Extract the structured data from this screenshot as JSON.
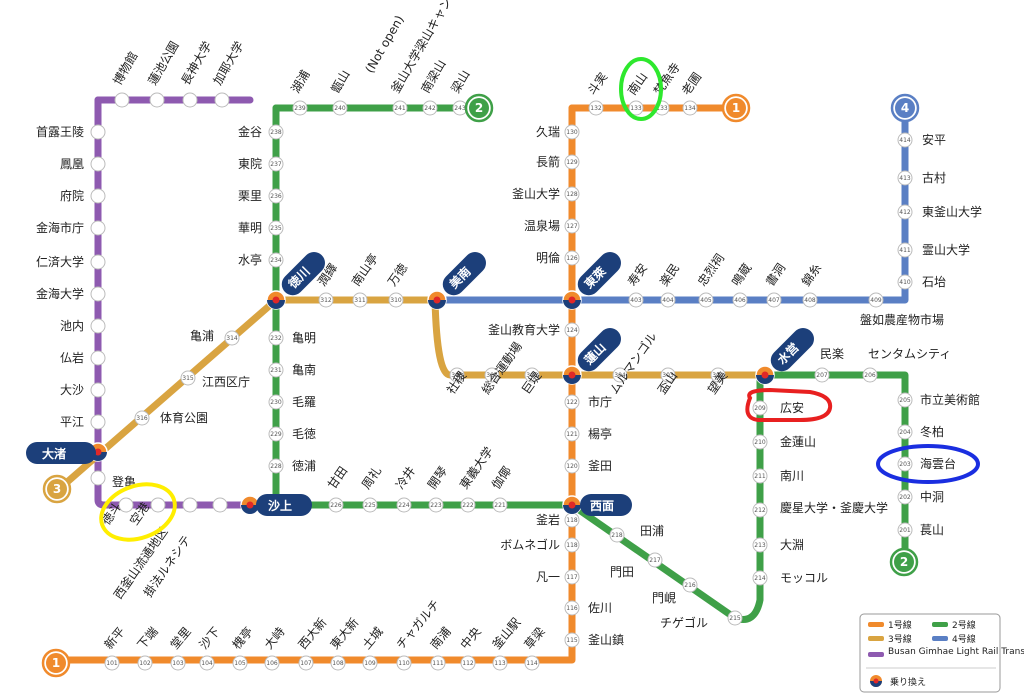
{
  "colors": {
    "line1": "#f08a2c",
    "line2": "#3fa048",
    "line3": "#d9a441",
    "line4": "#5a7fc4",
    "light_rail": "#8e5ab0",
    "transfer_badge": "#1c3f7a"
  },
  "terminal_badges": [
    "1",
    "2",
    "3",
    "4"
  ],
  "transfer_badges": {
    "deokcheon": "徳川",
    "minam": "美南",
    "dongnae": "東萊",
    "yeonsan": "蓮山",
    "suyeong": "水営",
    "daejeo": "大渚",
    "sasang": "沙上",
    "seomyeon": "西面"
  },
  "stations": {
    "line1_north": [
      {
        "name": "斗実",
        "code": "132"
      },
      {
        "name": "南山",
        "code": "133"
      },
      {
        "name": "梵魚寺",
        "code": "133"
      },
      {
        "name": "老圃",
        "code": "134"
      }
    ],
    "line1_vertical": [
      {
        "name": "久瑞",
        "code": "130"
      },
      {
        "name": "長箭",
        "code": "129"
      },
      {
        "name": "釜山大学",
        "code": "128"
      },
      {
        "name": "温泉場",
        "code": "127"
      },
      {
        "name": "明倫",
        "code": "126"
      },
      {
        "name": "釜山教育大学",
        "code": "124"
      },
      {
        "name": "市庁",
        "code": "122"
      },
      {
        "name": "楊亭",
        "code": "121"
      },
      {
        "name": "釜田",
        "code": "120"
      },
      {
        "name": "釜岩",
        "code": "118"
      },
      {
        "name": "ボムネゴル",
        "code": "118"
      },
      {
        "name": "凡一",
        "code": "117"
      },
      {
        "name": "佐川",
        "code": "116"
      },
      {
        "name": "釜山鎮",
        "code": "115"
      }
    ],
    "line1_south": [
      {
        "name": "新平",
        "code": "101"
      },
      {
        "name": "下端",
        "code": "102"
      },
      {
        "name": "堂里",
        "code": "103"
      },
      {
        "name": "沙下",
        "code": "104"
      },
      {
        "name": "槐亭",
        "code": "105"
      },
      {
        "name": "大峙",
        "code": "106"
      },
      {
        "name": "西大新",
        "code": "107"
      },
      {
        "name": "東大新",
        "code": "108"
      },
      {
        "name": "土城",
        "code": "109"
      },
      {
        "name": "チャガルチ",
        "code": "110"
      },
      {
        "name": "南浦",
        "code": "111"
      },
      {
        "name": "中央",
        "code": "112"
      },
      {
        "name": "釜山駅",
        "code": "113"
      },
      {
        "name": "草梁",
        "code": "114"
      }
    ],
    "line2_top": [
      {
        "name": "湖浦",
        "code": "239"
      },
      {
        "name": "甑山",
        "code": "240"
      },
      {
        "name": "(Not open)",
        "code": ""
      },
      {
        "name": "釜山大学梁山キャンパス",
        "code": "241"
      },
      {
        "name": "南梁山",
        "code": "242"
      },
      {
        "name": "梁山",
        "code": "243"
      }
    ],
    "line2_left": [
      {
        "name": "金谷",
        "code": "238"
      },
      {
        "name": "東院",
        "code": "237"
      },
      {
        "name": "栗里",
        "code": "236"
      },
      {
        "name": "華明",
        "code": "235"
      },
      {
        "name": "水亭",
        "code": "234"
      },
      {
        "name": "亀明",
        "code": "232"
      },
      {
        "name": "亀南",
        "code": "231"
      },
      {
        "name": "毛羅",
        "code": "230"
      },
      {
        "name": "毛徳",
        "code": "229"
      },
      {
        "name": "徳浦",
        "code": "228"
      }
    ],
    "line2_middle": [
      {
        "name": "甘田",
        "code": "226"
      },
      {
        "name": "周礼",
        "code": "225"
      },
      {
        "name": "冷井",
        "code": "224"
      },
      {
        "name": "開琴",
        "code": "223"
      },
      {
        "name": "東義大学",
        "code": "222"
      },
      {
        "name": "伽倻",
        "code": "221"
      }
    ],
    "line2_southeast": [
      {
        "name": "田浦",
        "code": "218"
      },
      {
        "name": "門田",
        "code": "217"
      },
      {
        "name": "門峴",
        "code": "216"
      },
      {
        "name": "チゲゴル",
        "code": "215"
      }
    ],
    "line2_east": [
      {
        "name": "広安",
        "code": "209"
      },
      {
        "name": "金蓮山",
        "code": "210"
      },
      {
        "name": "南川",
        "code": "211"
      },
      {
        "name": "慶星大学・釜慶大学",
        "code": "212"
      },
      {
        "name": "大淵",
        "code": "213"
      },
      {
        "name": "モッコル",
        "code": "214"
      }
    ],
    "line2_far_east": [
      {
        "name": "民楽",
        "code": "207"
      },
      {
        "name": "センタムシティ",
        "code": "206"
      },
      {
        "name": "市立美術館",
        "code": "205"
      },
      {
        "name": "冬柏",
        "code": "204"
      },
      {
        "name": "海雲台",
        "code": "203"
      },
      {
        "name": "中洞",
        "code": "202"
      },
      {
        "name": "萇山",
        "code": "201"
      }
    ],
    "line3_upper": [
      {
        "name": "潤繹",
        "code": "312"
      },
      {
        "name": "南山亭",
        "code": "311"
      },
      {
        "name": "万徳",
        "code": "310"
      }
    ],
    "line3_lower": [
      {
        "name": "社稷",
        "code": "308"
      },
      {
        "name": "総合運動場",
        "code": "307"
      },
      {
        "name": "巨堤",
        "code": "306"
      },
      {
        "name": "ムルマンゴル",
        "code": "304"
      },
      {
        "name": "盃山",
        "code": "303"
      },
      {
        "name": "望美",
        "code": "302"
      }
    ],
    "line3_southwest": [
      {
        "name": "亀浦",
        "code": "314"
      },
      {
        "name": "江西区庁",
        "code": "315"
      },
      {
        "name": "体育公園",
        "code": "316"
      }
    ],
    "line4": [
      {
        "name": "寿安",
        "code": "403"
      },
      {
        "name": "楽民",
        "code": "404"
      },
      {
        "name": "忠烈祠",
        "code": "405"
      },
      {
        "name": "鳴蔵",
        "code": "406"
      },
      {
        "name": "書洞",
        "code": "407"
      },
      {
        "name": "錦糸",
        "code": "408"
      },
      {
        "name": "盤如農産物市場",
        "code": "409"
      },
      {
        "name": "石坮",
        "code": "410"
      },
      {
        "name": "霊山大学",
        "code": "411"
      },
      {
        "name": "東釜山大学",
        "code": "412"
      },
      {
        "name": "古村",
        "code": "413"
      },
      {
        "name": "安平",
        "code": "414"
      }
    ],
    "light_rail_top": [
      {
        "name": "博物館"
      },
      {
        "name": "蓮池公園"
      },
      {
        "name": "長神大学"
      },
      {
        "name": "加耶大学"
      }
    ],
    "light_rail_left": [
      {
        "name": "首露王陵"
      },
      {
        "name": "鳳凰"
      },
      {
        "name": "府院"
      },
      {
        "name": "金海市庁"
      },
      {
        "name": "仁済大学"
      },
      {
        "name": "金海大学"
      },
      {
        "name": "池内"
      },
      {
        "name": "仏岩"
      },
      {
        "name": "大沙"
      },
      {
        "name": "平江"
      }
    ],
    "light_rail_bottom": [
      {
        "name": "登亀"
      },
      {
        "name": "徳斗"
      },
      {
        "name": "空港"
      },
      {
        "name": "西釜山流通地区"
      },
      {
        "name": "掛法ルネシテ"
      }
    ]
  },
  "legend": {
    "line1": "1号線",
    "line2": "2号線",
    "line3": "3号線",
    "line4": "4号線",
    "light_rail": "Busan Gimhae Light Rail Transit",
    "transfer": "乗り換え"
  }
}
